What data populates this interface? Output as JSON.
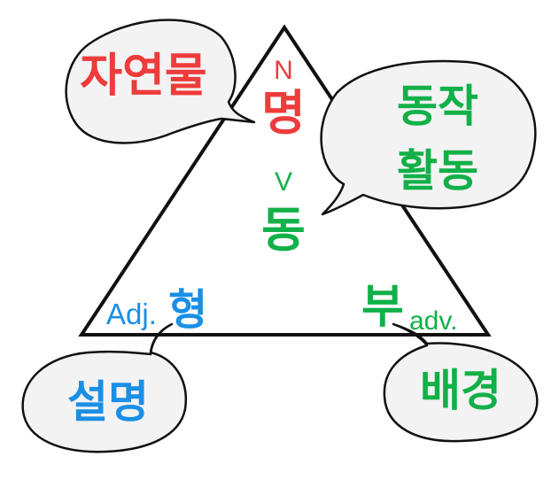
{
  "colors": {
    "red": "#ee3b3b",
    "green": "#12b048",
    "blue": "#1a8fe6",
    "outline": "#111111"
  },
  "noun": {
    "abbr": "N",
    "hangul": "명"
  },
  "verb": {
    "abbr": "V",
    "hangul": "동"
  },
  "adjective": {
    "abbr": "Adj.",
    "hangul": "형"
  },
  "adverb": {
    "abbr": "adv.",
    "hangul": "부"
  },
  "bubbles": {
    "natural_things": "자연물",
    "action_line1": "동작",
    "action_line2": "활동",
    "description": "설명",
    "background": "배경"
  }
}
